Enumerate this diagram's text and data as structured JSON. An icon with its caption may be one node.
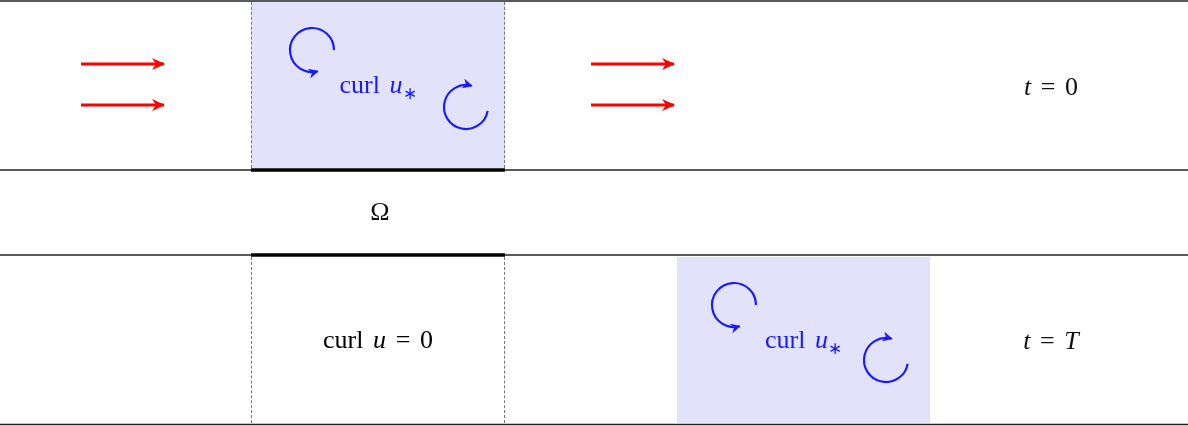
{
  "diagram": {
    "nodes": [
      {
        "text": [
          "curl *u*$_{∗}$"
        ]
      },
      {
        "text": [
          "curl *u* = 0"
        ]
      },
      {
        "text": [
          "curl *u*$_{∗}$"
        ]
      }
    ],
    "labels": [
      "*t* = 0",
      "Ω",
      "*t* = *T*"
    ]
  }
}
